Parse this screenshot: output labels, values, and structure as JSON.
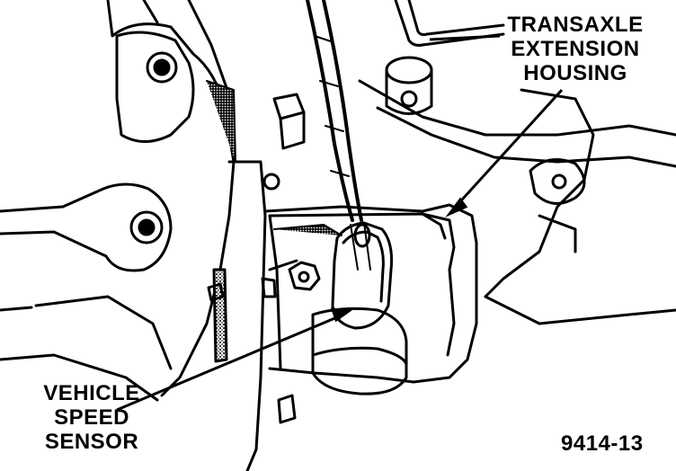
{
  "labels": {
    "housing": [
      "TRANSAXLE",
      "EXTENSION",
      "HOUSING"
    ],
    "sensor": [
      "VEHICLE",
      "SPEED",
      "SENSOR"
    ],
    "figure_number": "9414-13"
  },
  "colors": {
    "ink": "#000000",
    "paper": "#ffffff",
    "shade": "#555555"
  }
}
